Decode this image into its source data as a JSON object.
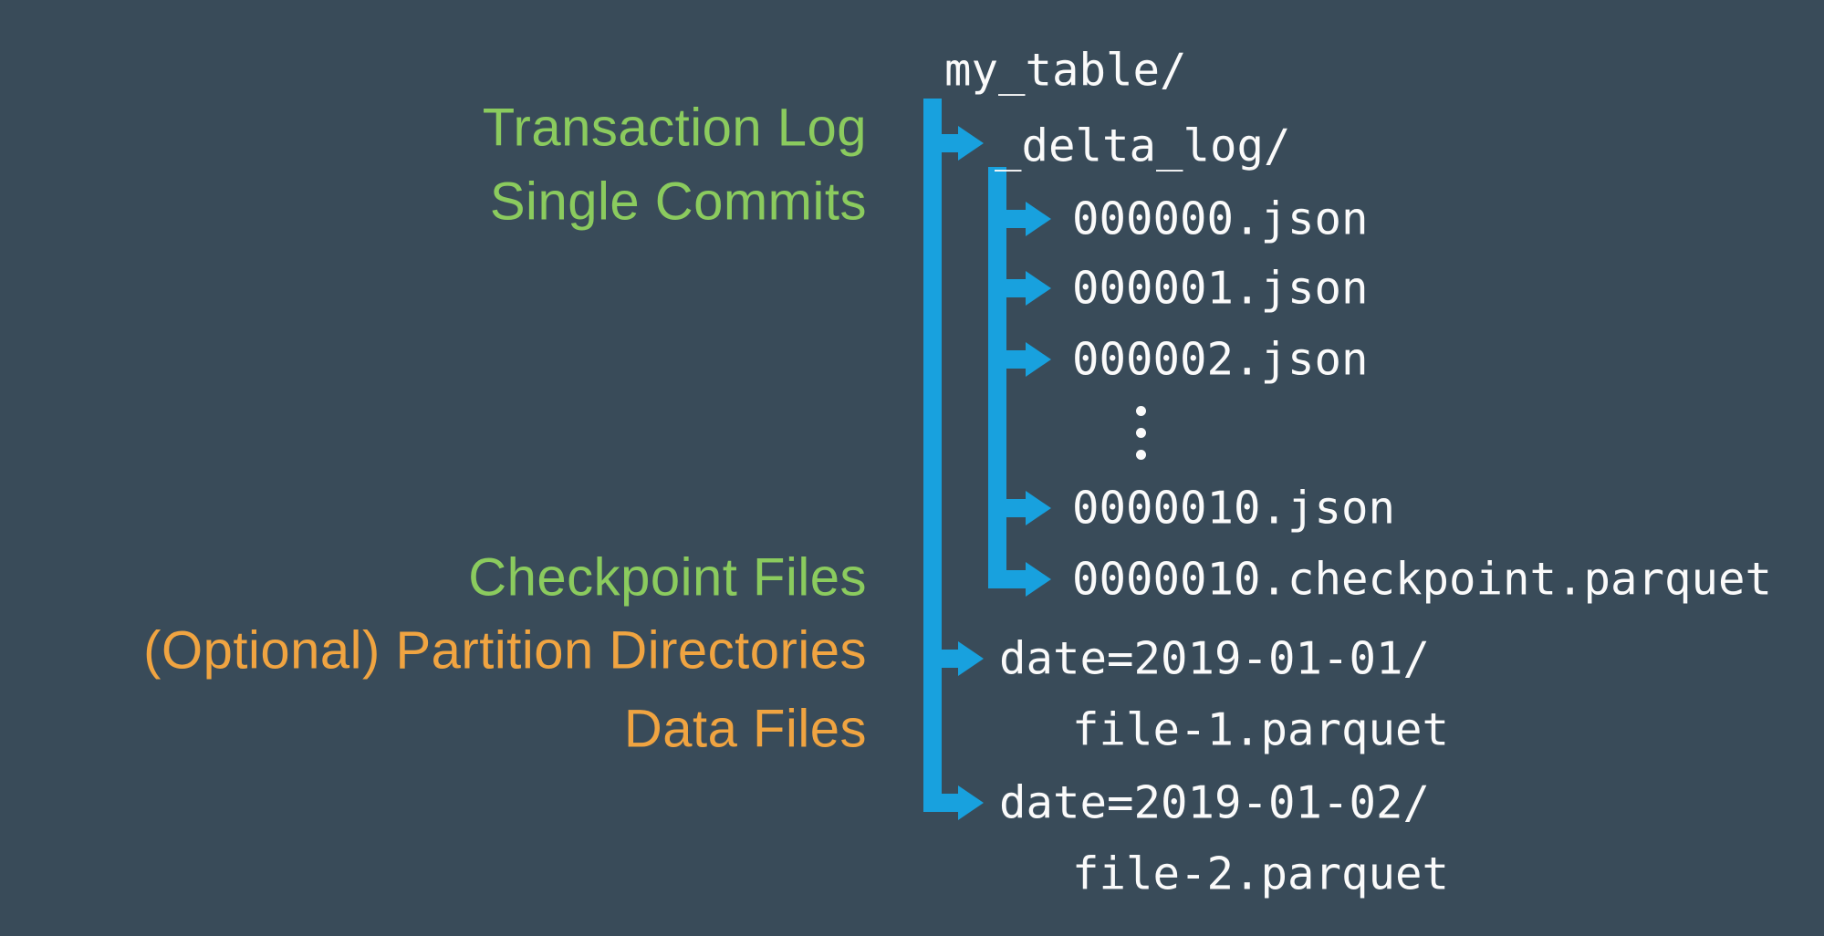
{
  "title": "Delta Lake table directory structure diagram",
  "colors": {
    "background": "#394B59",
    "arrow_blue": "#18A1DE",
    "label_green": "#8BCB5E",
    "label_orange": "#F0A441",
    "tree_text": "#FAFAFA"
  },
  "labels": {
    "items": [
      {
        "text": "Transaction Log",
        "color": "green"
      },
      {
        "text": "Single Commits",
        "color": "green"
      },
      {
        "text": "Checkpoint Files",
        "color": "green"
      },
      {
        "text": "(Optional) Partition Directories",
        "color": "orange"
      },
      {
        "text": "Data Files",
        "color": "orange"
      }
    ]
  },
  "tree": {
    "rows": [
      {
        "text": "my_table/",
        "level": 0,
        "kind": "root-directory"
      },
      {
        "text": "_delta_log/",
        "level": 1,
        "kind": "directory"
      },
      {
        "text": "000000.json",
        "level": 2,
        "kind": "commit-file"
      },
      {
        "text": "000001.json",
        "level": 2,
        "kind": "commit-file"
      },
      {
        "text": "000002.json",
        "level": 2,
        "kind": "commit-file"
      },
      {
        "text": "0000010.json",
        "level": 2,
        "kind": "commit-file"
      },
      {
        "text": "0000010.checkpoint.parquet",
        "level": 2,
        "kind": "checkpoint-file"
      },
      {
        "text": "date=2019-01-01/",
        "level": 1,
        "kind": "partition-directory"
      },
      {
        "text": "file-1.parquet",
        "level": 2,
        "kind": "data-file"
      },
      {
        "text": "date=2019-01-02/",
        "level": 1,
        "kind": "partition-directory"
      },
      {
        "text": "file-2.parquet",
        "level": 2,
        "kind": "data-file"
      }
    ],
    "ellipsis": "more commit files omitted"
  }
}
